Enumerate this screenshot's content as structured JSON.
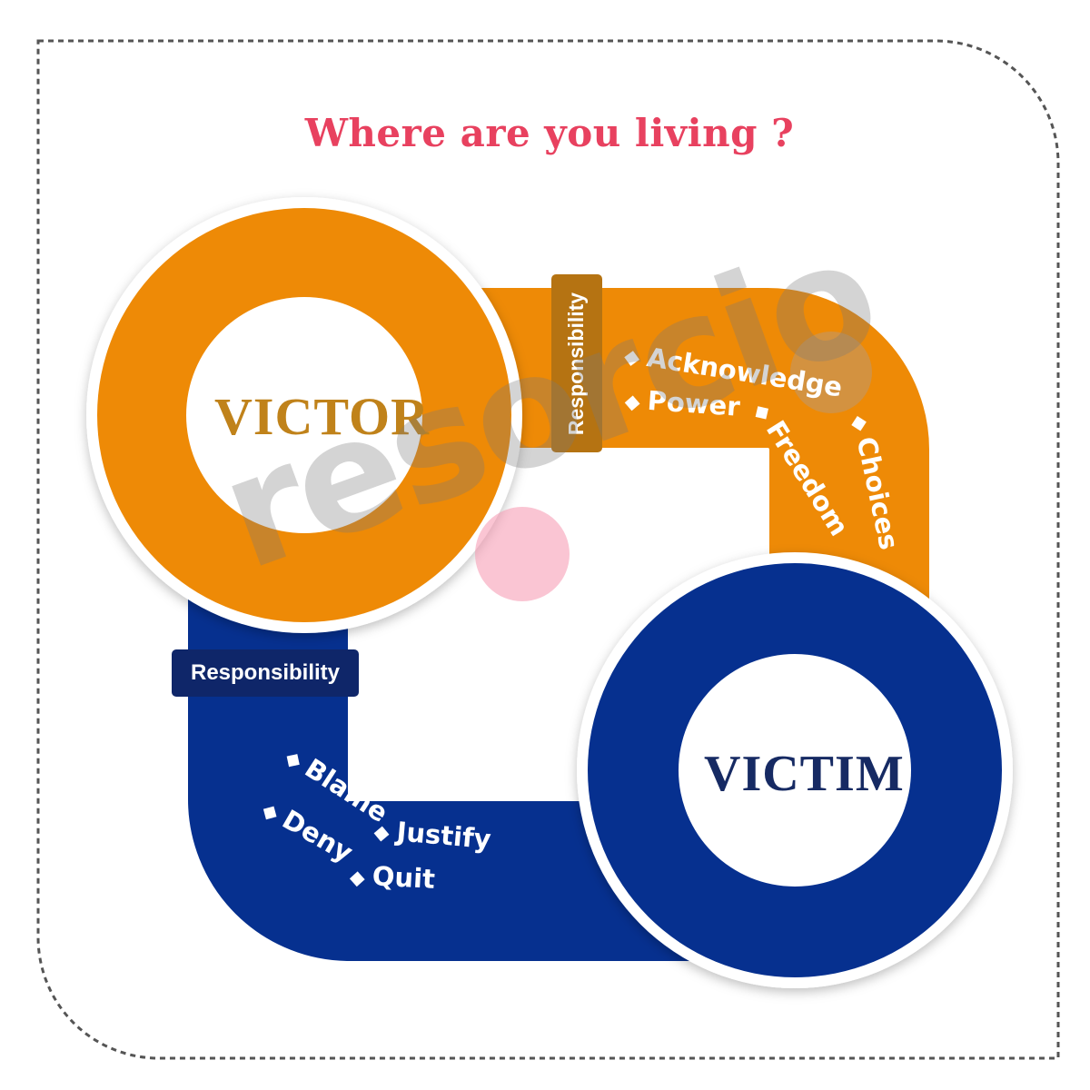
{
  "title": "Where are you living ?",
  "victor": {
    "label": "VICTOR",
    "tag": "Responsibility",
    "color": "#ee8a06",
    "items": [
      "Acknowledge",
      "Power",
      "Freedom",
      "Choices"
    ]
  },
  "victim": {
    "label": "VICTIM",
    "tag": "Responsibility",
    "color": "#06308f",
    "items": [
      "Blame",
      "Justify",
      "Deny",
      "Quit"
    ]
  },
  "watermark": "resorcio",
  "bullet": "◆"
}
